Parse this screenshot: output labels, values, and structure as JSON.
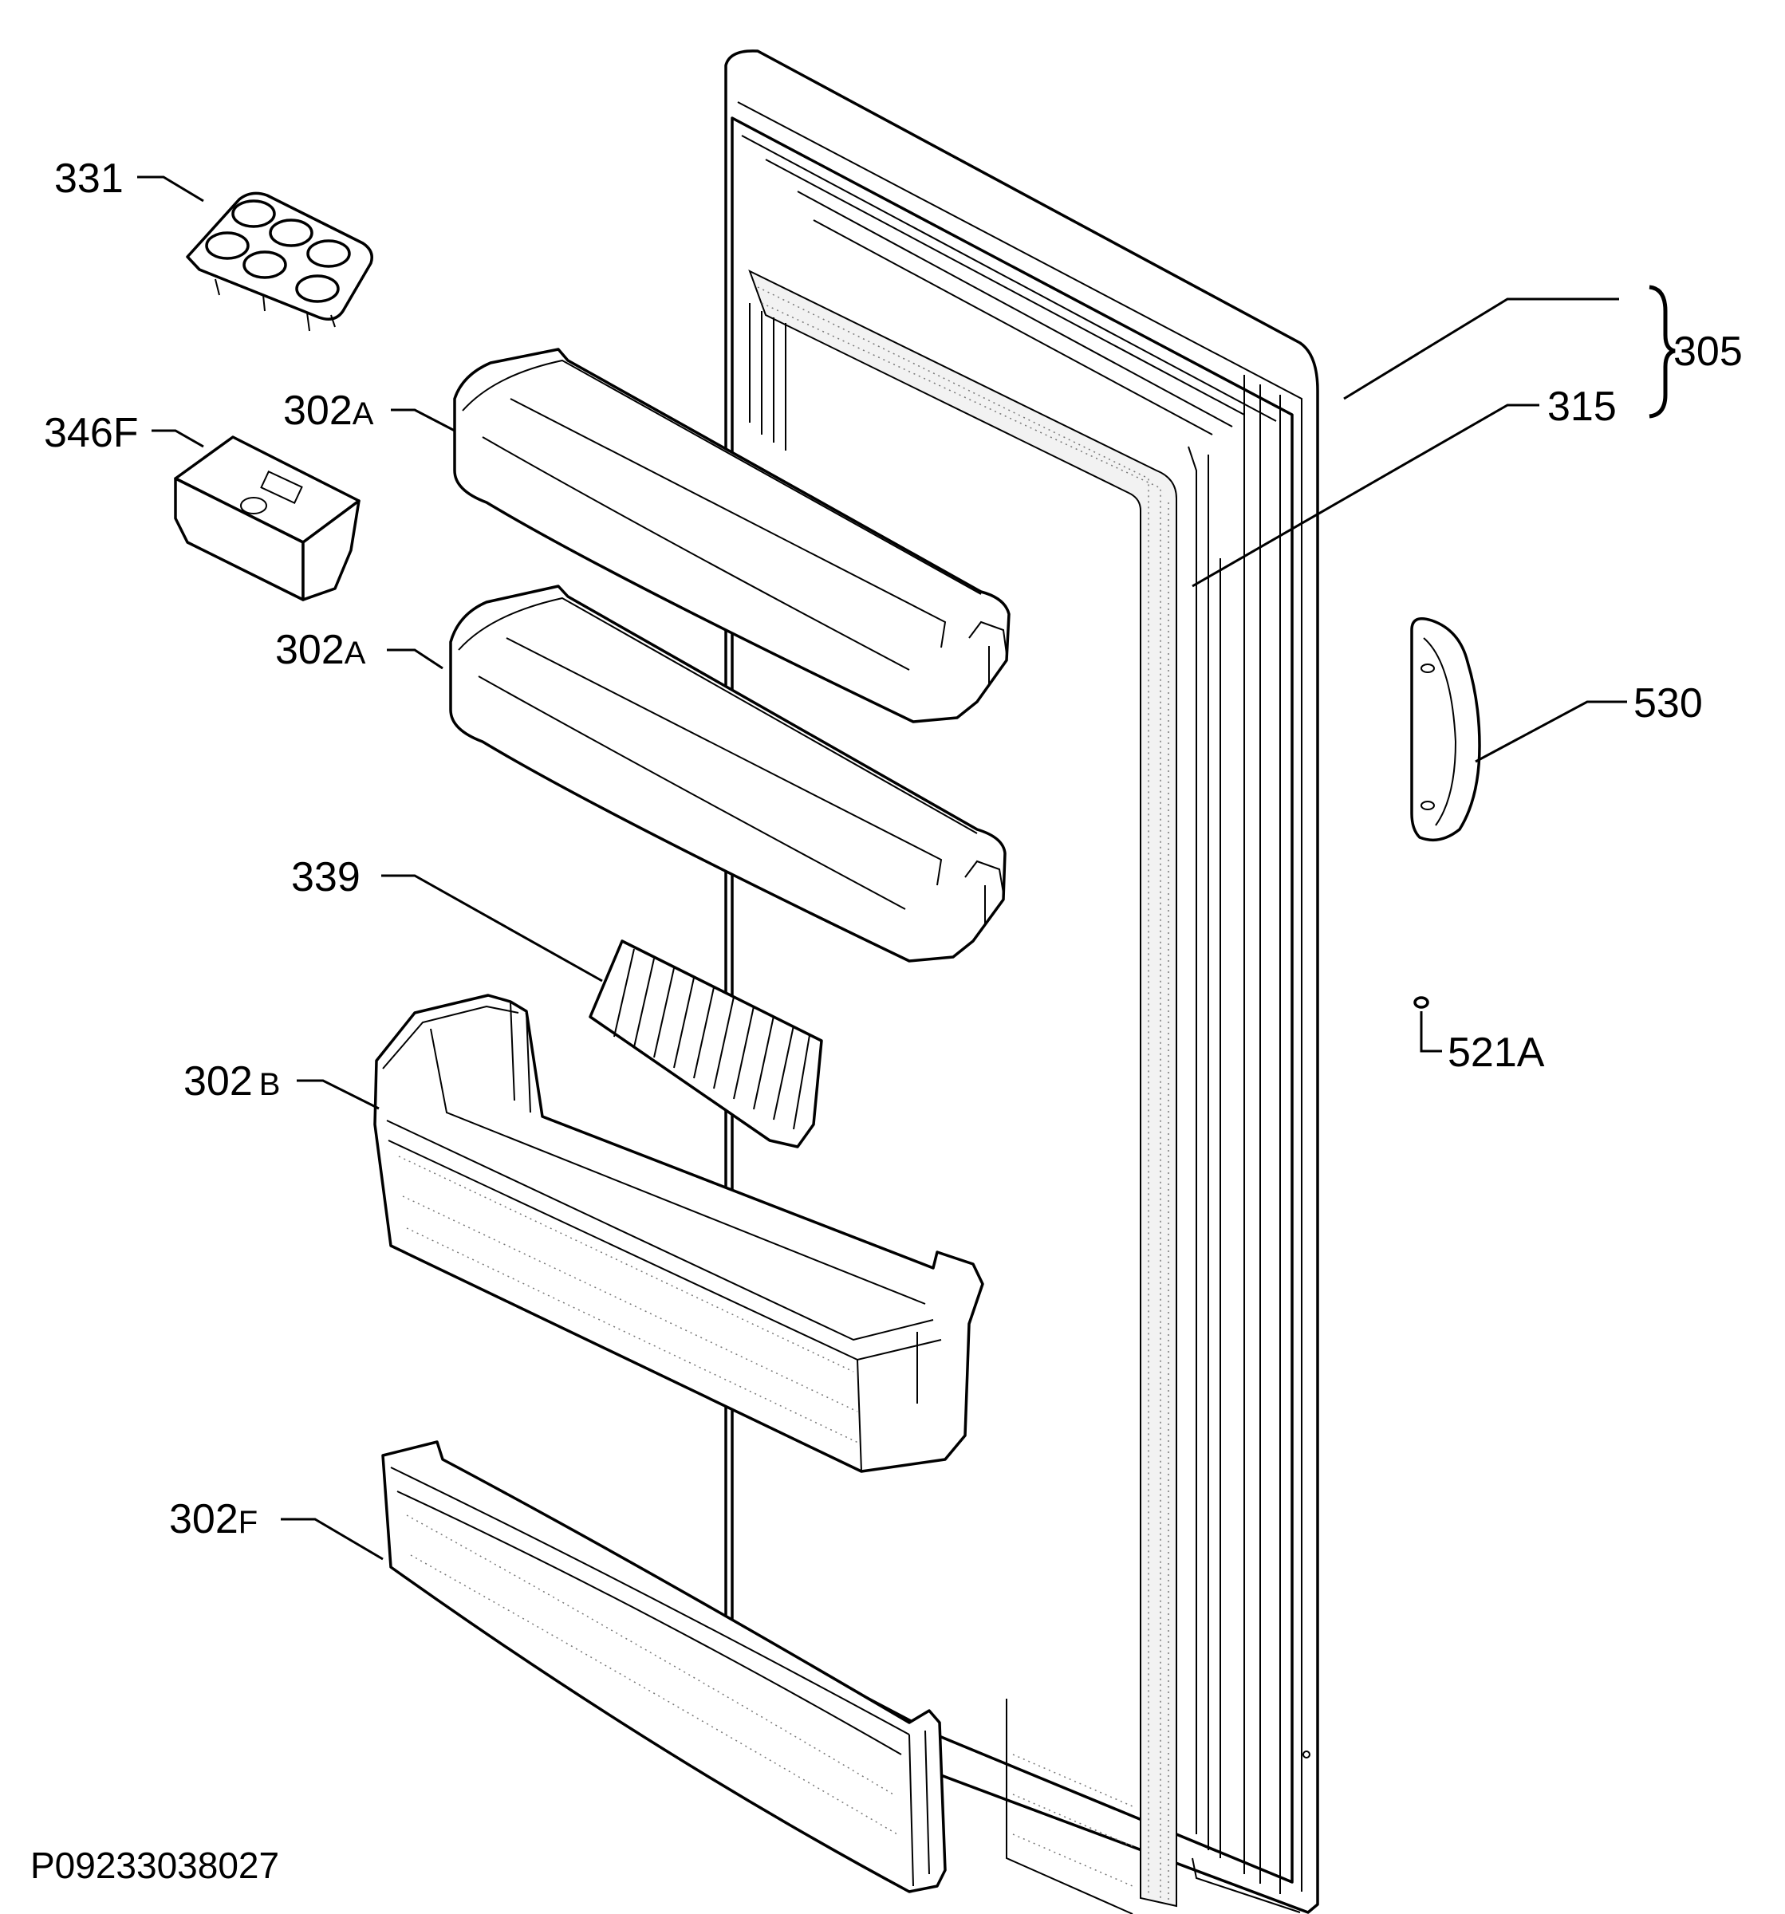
{
  "diagram": {
    "code": "P09233038027",
    "labels": {
      "l331": "331",
      "l346f": "346F",
      "l302a_top_num": "302",
      "l302a_top_suf": "A",
      "l302a_mid_num": "302",
      "l302a_mid_suf": "A",
      "l339": "339",
      "l302b_num": "302",
      "l302b_suf": "B",
      "l302f_num": "302",
      "l302f_suf": "F",
      "l305": "305",
      "l315": "315",
      "l530": "530",
      "l521a": "521A"
    }
  }
}
